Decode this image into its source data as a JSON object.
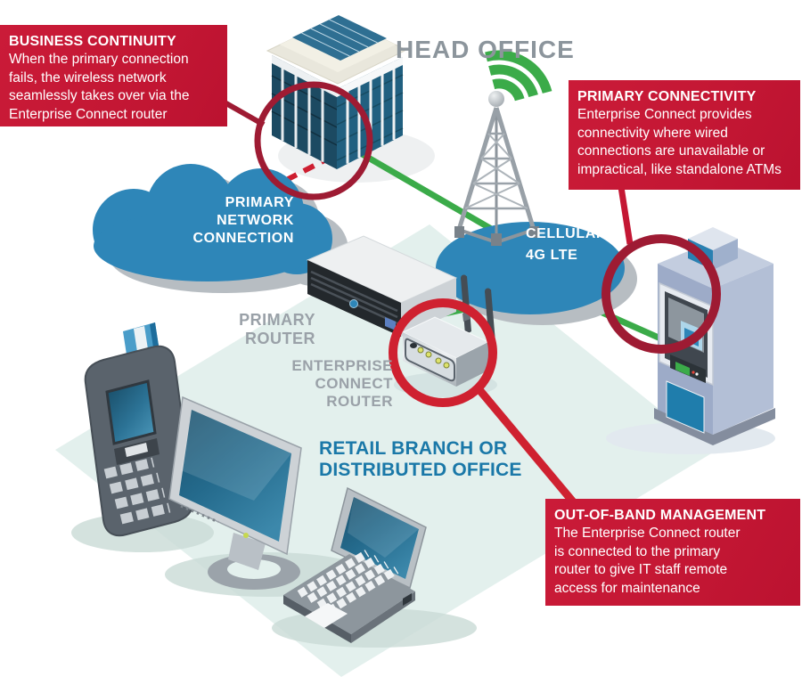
{
  "labels": {
    "head_office": "HEAD OFFICE",
    "primary_network_connection": "PRIMARY\nNETWORK\nCONNECTION",
    "cellular": "CELLULAR\n4G LTE",
    "primary_router": "PRIMARY\nROUTER",
    "enterprise_connect_router": "ENTERPRISE\nCONNECT\nROUTER",
    "retail_branch": "RETAIL BRANCH OR\nDISTRIBUTED OFFICE"
  },
  "callouts": {
    "business_continuity": {
      "title": "BUSINESS CONTINUITY",
      "body": "When the primary connection\nfails, the wireless network\nseamlessly takes over via the\nEnterprise Connect router"
    },
    "primary_connectivity": {
      "title": "PRIMARY CONNECTIVITY",
      "body": "Enterprise Connect provides\nconnectivity where wired\nconnections are unavailable or\nimpractical, like standalone ATMs"
    },
    "out_of_band": {
      "title": "OUT-OF-BAND MANAGEMENT",
      "body": "The Enterprise Connect router\nis connected to the primary\nrouter to give IT staff remote\naccess for maintenance"
    }
  },
  "colors": {
    "callout_red": "#c41734",
    "highlight_circle_maroon": "#9e1b33",
    "highlight_circle_bright_red": "#cf2130",
    "connection_green": "#3bab49",
    "failover_dashed_red": "#ce1f31",
    "network_blue": "#2e86b8",
    "floor_teal": "#e3f0ed",
    "label_gray": "#9aa1a8",
    "label_blue": "#1a78a8",
    "head_office_gray": "#8c959c"
  },
  "icons": {
    "building": "isometric-office-building",
    "tower": "cell-tower-with-green-signal-arcs",
    "cloud": "blue-network-cloud",
    "cellular_zone": "blue-ellipse-4g-lte",
    "primary_router": "rack-mount-server",
    "enterprise_router": "wireless-router-two-antennas",
    "atm": "atm-machine",
    "terminal": "handheld-card-payment-terminal",
    "monitor": "desktop-lcd-monitor",
    "laptop": "laptop-computer"
  }
}
